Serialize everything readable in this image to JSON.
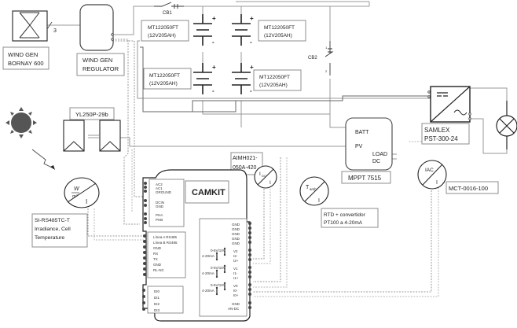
{
  "diagram": {
    "title": "Hybrid wind/solar system wiring diagram with CAMKIT data acquisition",
    "wind_generator": {
      "label_line1": "WIND GEN",
      "label_line2": "BORNAY 600",
      "phase_count": "3"
    },
    "wind_regulator": {
      "label_line1": "WIND GEN",
      "label_line2": "REGULATOR"
    },
    "breakers": {
      "cb1": "CB1",
      "cb2": "CB2",
      "cb2_pin1": "1",
      "cb2_pin2": "2"
    },
    "batteries": [
      {
        "model": "MT122050FT",
        "spec": "(12V205AH)"
      },
      {
        "model": "MT122050FT",
        "spec": "(12V205AH)"
      },
      {
        "model": "MT122050FT",
        "spec": "(12V205AH)"
      },
      {
        "model": "MT122050FT",
        "spec": "(12V205AH)"
      }
    ],
    "battery_polarity": {
      "plus": "+",
      "minus": "-"
    },
    "pv_panels": {
      "label": "YL250P-29b"
    },
    "inverter": {
      "label_line1": "SAMLEX",
      "label_line2": "PST-300-24",
      "dc_symbol": "=",
      "ac_symbol": "~"
    },
    "mppt": {
      "label": "MPPT 7515",
      "ports": [
        "BATT",
        "PV",
        "LOAD",
        "DC"
      ]
    },
    "sensors": {
      "irradiance": {
        "symbol_num": "W",
        "symbol_den": "m²",
        "output": "I",
        "label_line1": "SI-RS485TC-T",
        "label_line2": "Irradiance, Cell",
        "label_line3": "Temperature"
      },
      "dc_current": {
        "symbol": "I",
        "symbol_sub": "DC",
        "output": "I",
        "label_line1": "AIMH021-",
        "label_line2": "050A-420"
      },
      "ambient_temp": {
        "symbol": "T",
        "symbol_sub": "amb",
        "output": "I",
        "label_line1": "RTD + convertidor",
        "label_line2": "PT100 a 4-20mA"
      },
      "ac_current": {
        "symbol": "IAC",
        "output": "I",
        "label": "MCT-0016-100"
      }
    },
    "camkit": {
      "title": "CAMKIT",
      "power_block": [
        "AC2",
        "AC1",
        "GROUND",
        "DCIN",
        "GND",
        "PHA",
        "PHB"
      ],
      "rs485_block": [
        "Línea A RS485",
        "Línea B RS485",
        "GND",
        "RX",
        "TX",
        "GND",
        "RL-NC"
      ],
      "digital_block": [
        "DI0",
        "DI1",
        "DI2",
        "DI3"
      ],
      "analog_block": [
        "GND",
        "GND",
        "GND",
        "GND",
        "GND",
        "V2",
        "I2-",
        "I2+",
        "V1",
        "I1-",
        "I1+",
        "V0",
        "I0-",
        "I0+",
        "GND",
        "AN-DC"
      ],
      "jumper_labels": {
        "range_v": "0-5V/10V",
        "range_i": "4-20mA"
      }
    }
  }
}
